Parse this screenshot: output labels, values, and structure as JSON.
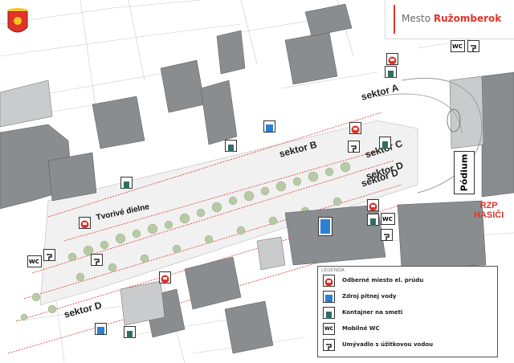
{
  "brand": {
    "prefix": "Mesto",
    "name": "Ružomberok"
  },
  "sectors": [
    "sektor A",
    "sektor B",
    "sektor C",
    "sektor D",
    "sektor D",
    "sektor D"
  ],
  "labels": {
    "tvorive_dielne": "Tvorivé dielne",
    "podium": "Pódium",
    "rzp": "RZP",
    "hasici": "HASIČI",
    "wc": "WC"
  },
  "legend": {
    "title": "LEGENDA",
    "items": [
      {
        "icon": "power-outlet-icon",
        "label": "Odberné miesto el. prúdu"
      },
      {
        "icon": "water-tap-icon",
        "label": "Zdroj pitnej vody"
      },
      {
        "icon": "trash-container-icon",
        "label": "Kontajner na smeti"
      },
      {
        "icon": "wc-icon",
        "label": "Mobilné WC"
      },
      {
        "icon": "washbasin-icon",
        "label": "Umývadlo s úžitkovou vodou"
      }
    ]
  },
  "colors": {
    "brand_red": "#e0332a",
    "building": "#8a8d90",
    "building_light": "#c9cbcd",
    "tree": "#b8c9a6",
    "power": "#e0332a",
    "water": "#2b7fd4",
    "trash": "#2f6f62"
  }
}
